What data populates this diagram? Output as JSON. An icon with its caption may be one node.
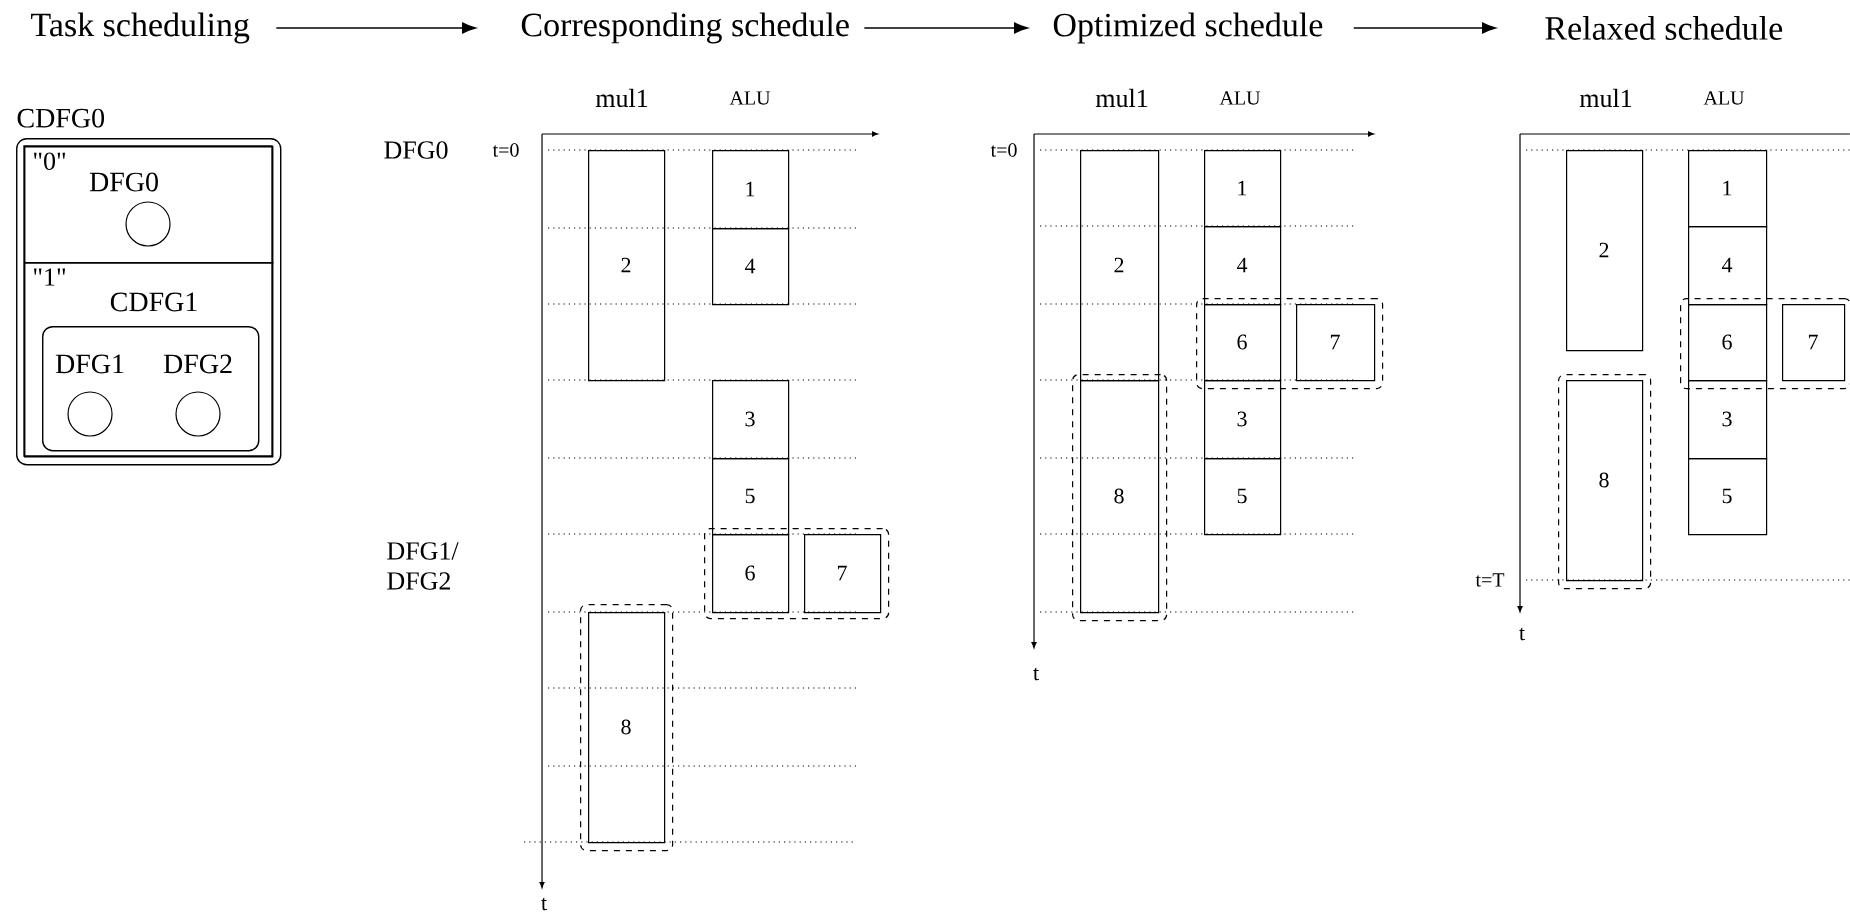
{
  "diagram": {
    "nodes": [
      {
        "text": [
          "Task scheduling"
        ]
      },
      {
        "text": [
          "Corresponding schedule"
        ]
      },
      {
        "text": [
          "Optimized schedule"
        ]
      },
      {
        "text": [
          "Relaxed schedule"
        ]
      },
      {
        "text": [
          "CDFG0"
        ]
      },
      {
        "text": [
          "\"0\"",
          "DFG0"
        ],
        "in": 4
      },
      {
        "text": [],
        "shape": "circle",
        "in": 5
      },
      {
        "text": [
          "\"1\"",
          "CDFG1"
        ],
        "in": 4
      },
      {
        "text": [
          "DFG1",
          "DFG2"
        ],
        "in": 7
      },
      {
        "text": [],
        "shape": "circle",
        "in": 8
      },
      {
        "text": [],
        "shape": "circle",
        "in": 8
      },
      {
        "text": [
          "1"
        ]
      },
      {
        "text": [
          "2"
        ]
      },
      {
        "text": [
          "4"
        ]
      },
      {
        "text": [
          "3"
        ]
      },
      {
        "text": [
          "5"
        ]
      },
      {
        "text": [],
        "shape": "box"
      },
      {
        "text": [
          "6"
        ],
        "in": 16
      },
      {
        "text": [
          "7"
        ],
        "in": 16
      },
      {
        "text": [],
        "shape": "box"
      },
      {
        "text": [
          "8"
        ],
        "in": 19
      },
      {
        "text": [
          "1"
        ]
      },
      {
        "text": [
          "2"
        ]
      },
      {
        "text": [
          "4"
        ]
      },
      {
        "text": [],
        "shape": "box"
      },
      {
        "text": [
          "6"
        ],
        "in": 24
      },
      {
        "text": [
          "7"
        ],
        "in": 24
      },
      {
        "text": [],
        "shape": "box"
      },
      {
        "text": [
          "8"
        ],
        "in": 27
      },
      {
        "text": [
          "3"
        ]
      },
      {
        "text": [
          "5"
        ]
      },
      {
        "text": [
          "1"
        ]
      },
      {
        "text": [
          "2"
        ]
      },
      {
        "text": [
          "4"
        ]
      },
      {
        "text": [],
        "shape": "box"
      },
      {
        "text": [
          "6"
        ],
        "in": 34
      },
      {
        "text": [
          "7"
        ],
        "in": 34
      },
      {
        "text": [],
        "shape": "box"
      },
      {
        "text": [
          "8"
        ],
        "in": 37
      },
      {
        "text": [
          "3"
        ]
      },
      {
        "text": [
          "5"
        ]
      }
    ],
    "edges": [
      {
        "from": 0,
        "to": 1,
        "arrow": "to"
      },
      {
        "from": 1,
        "to": 2,
        "arrow": "to"
      },
      {
        "from": 2,
        "to": 3,
        "arrow": "to"
      }
    ],
    "labels": [
      "mul1",
      "ALU",
      "DFG0",
      "t=0",
      "DFG1/ DFG2",
      "t",
      "mul1",
      "ALU",
      "t=0",
      "t",
      "mul1",
      "ALU",
      "t=T",
      "t"
    ]
  }
}
